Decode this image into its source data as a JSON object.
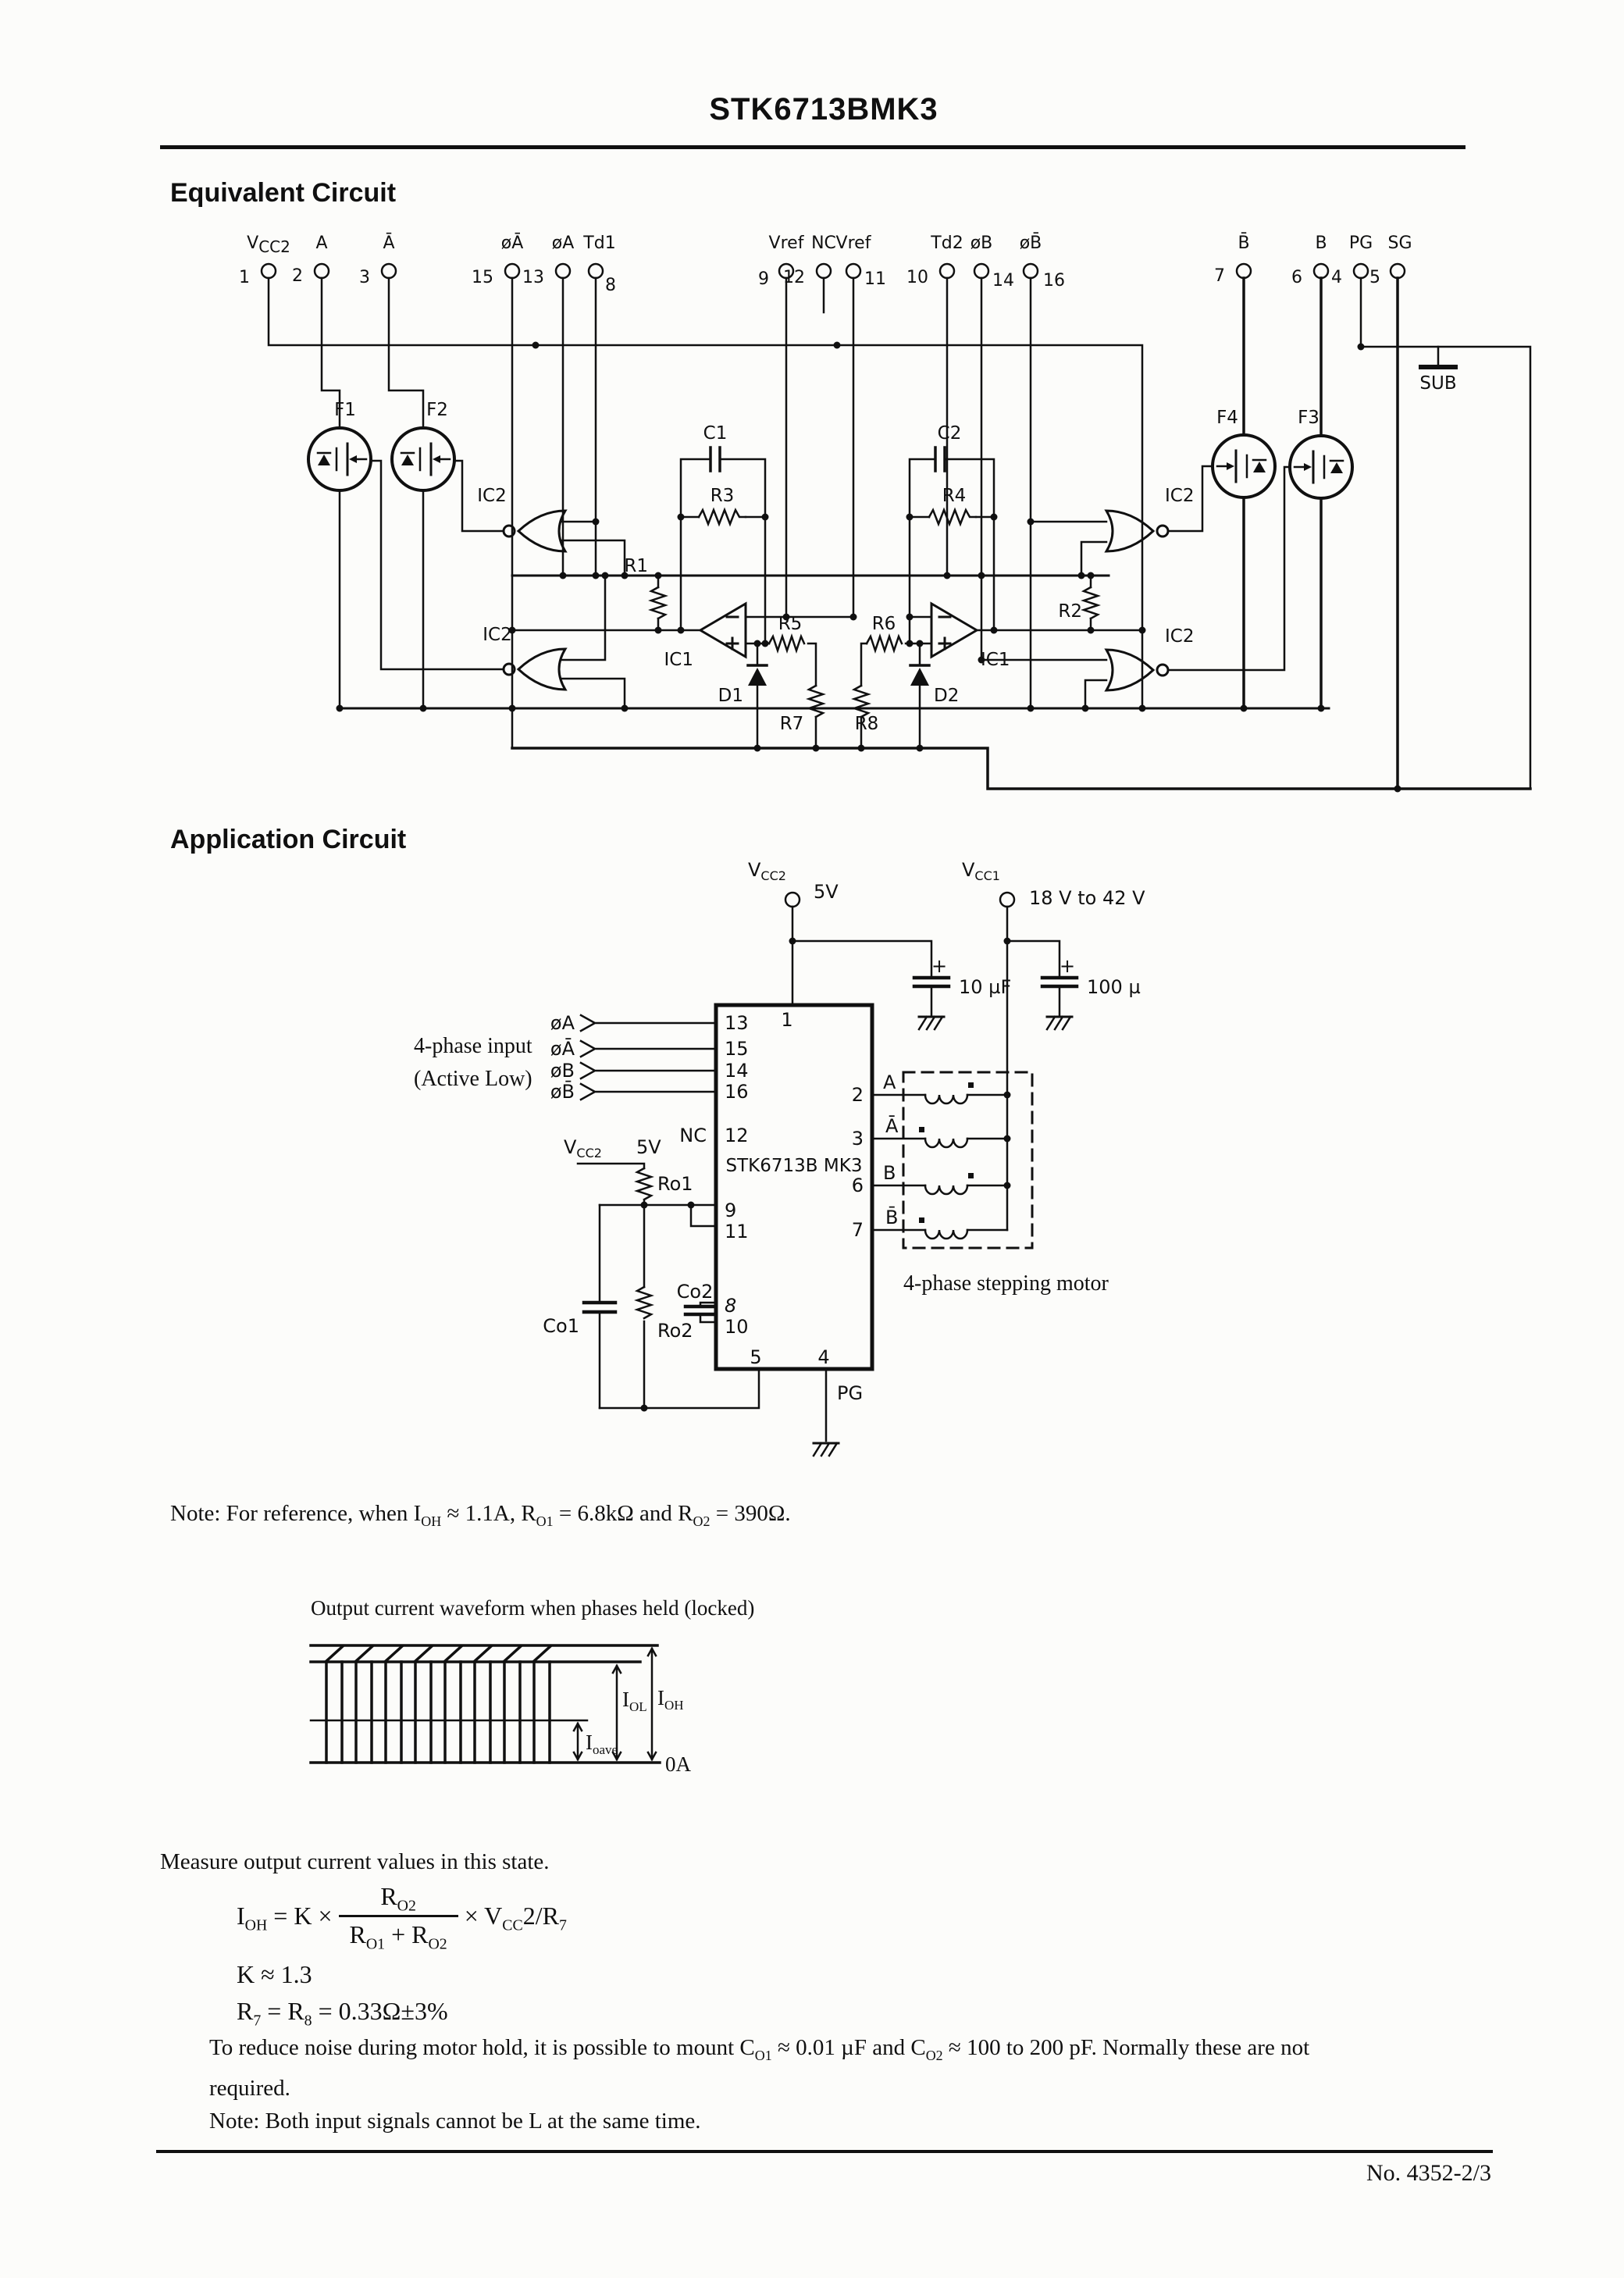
{
  "page": {
    "title": "STK6713BMK3",
    "footer": "No. 4352-2/3"
  },
  "headings": {
    "equivalent": "Equivalent Circuit",
    "application": "Application Circuit"
  },
  "eq": {
    "pins": [
      {
        "label_main": "V",
        "label_sub": "CC2",
        "number": "1"
      },
      {
        "label": "A",
        "number": "2"
      },
      {
        "label": "Ā",
        "number": "3"
      },
      {
        "label": "øĀ",
        "number": "15"
      },
      {
        "label": "øA",
        "number": "13"
      },
      {
        "label": "Td1",
        "number": "8"
      },
      {
        "label": "Vref",
        "number": "9"
      },
      {
        "label": "NC",
        "number": "12"
      },
      {
        "label": "Vref",
        "number": "11"
      },
      {
        "label": "Td2",
        "number": "10"
      },
      {
        "label": "øB",
        "number": "14"
      },
      {
        "label": "øB̄",
        "number": "16"
      },
      {
        "label": "B̄",
        "number": "7"
      },
      {
        "label": "B",
        "number": "6"
      },
      {
        "label": "PG",
        "number": "4"
      },
      {
        "label": "SG",
        "number": "5"
      }
    ],
    "components": {
      "f1": "F1",
      "f2": "F2",
      "f3": "F3",
      "f4": "F4",
      "ic1": "IC1",
      "ic2": "IC2",
      "c1": "C1",
      "c2": "C2",
      "r1": "R1",
      "r2": "R2",
      "r3": "R3",
      "r4": "R4",
      "r5": "R5",
      "r6": "R6",
      "r7": "R7",
      "r8": "R8",
      "d1": "D1",
      "d2": "D2",
      "sub": "SUB"
    }
  },
  "app": {
    "vcc2": {
      "main": "V",
      "sub": "CC2",
      "value": "5V"
    },
    "vcc1": {
      "main": "V",
      "sub": "CC1",
      "value": "18 V to 42 V"
    },
    "cap10": "10 µF",
    "cap100": "100 µ",
    "plus": "+",
    "inputs_caption_1": "4-phase input",
    "inputs_caption_2": "(Active Low)",
    "inputs": [
      {
        "label": "øA",
        "pin": "13"
      },
      {
        "label": "øĀ",
        "pin": "15"
      },
      {
        "label": "øB",
        "pin": "14"
      },
      {
        "label": "øB̄",
        "pin": "16"
      }
    ],
    "nc_label": "NC",
    "nc_pin": "12",
    "vcc2b": {
      "main": "V",
      "sub": "CC2",
      "value": "5V"
    },
    "ro1": "Ro1",
    "ro2": "Ro2",
    "co1": "Co1",
    "co2": "Co2",
    "pin1": "1",
    "pin9": "9",
    "pin11": "11",
    "pin8": "8",
    "pin10": "10",
    "pin5": "5",
    "pin4": "4",
    "pg": "PG",
    "ic_label": "STK6713B MK3",
    "outputs": [
      {
        "label": "A",
        "pin": "2"
      },
      {
        "label": "Ā",
        "pin": "3"
      },
      {
        "label": "B",
        "pin": "6"
      },
      {
        "label": "B̄",
        "pin": "7"
      }
    ],
    "motor_caption": "4-phase stepping motor"
  },
  "waveform": {
    "title": "Output current waveform when phases held (locked)",
    "iol_main": "I",
    "iol_sub": "OL",
    "ioh_main": "I",
    "ioh_sub": "OH",
    "ioave_main": "I",
    "ioave_sub": "oave",
    "zero": "0A"
  },
  "note_ref": {
    "p1": "Note:   For reference, when I",
    "s1": "OH",
    "p2": " ≈ 1.1A, R",
    "s2": "O1",
    "p3": " = 6.8kΩ and R",
    "s3": "O2",
    "p4": " = 390Ω."
  },
  "measure": "Measure output current values in this state.",
  "formula": {
    "i_main": "I",
    "i_sub": "OH",
    "eq": " = K ×",
    "num_main": "R",
    "num_sub": "O2",
    "den1_main": "R",
    "den1_sub": "O1",
    "den_plus": " + R",
    "den2_sub": "O2",
    "tail1": " × V",
    "tail_sub": "CC",
    "tail2": "2/R",
    "tail_sub2": "7",
    "k_line": "K ≈ 1.3",
    "r_p1": "R",
    "r_s1": "7",
    "r_p2": " = R",
    "r_s2": "8",
    "r_p3": " = 0.33Ω±3%"
  },
  "noise": {
    "p1": "To reduce noise during motor hold, it is possible to mount C",
    "s1": "O1",
    "p2": " ≈ 0.01 µF and C",
    "s2": "O2",
    "p3": " ≈ 100 to 200 pF.  Normally these are not",
    "line2": "required."
  },
  "l_note": "Note:  Both input signals cannot be L at the same time."
}
